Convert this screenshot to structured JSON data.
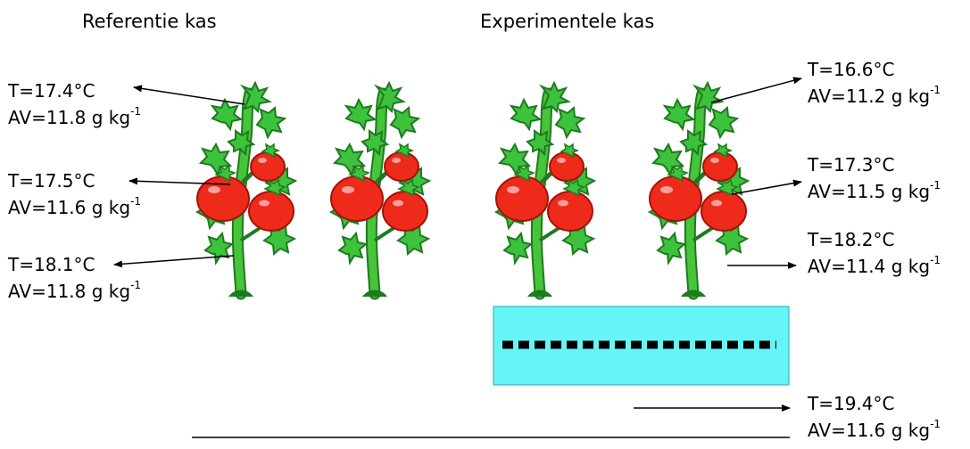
{
  "titles": {
    "reference": "Referentie kas",
    "experimental": "Experimentele kas"
  },
  "reference_labels": [
    {
      "t": "T=17.4°C",
      "av": "AV=11.8 g kg",
      "unit_exp": "-1"
    },
    {
      "t": "T=17.5°C",
      "av": "AV=11.6 g kg",
      "unit_exp": "-1"
    },
    {
      "t": "T=18.1°C",
      "av": "AV=11.8 g kg",
      "unit_exp": "-1"
    }
  ],
  "experimental_labels": [
    {
      "t": "T=16.6°C",
      "av": "AV=11.2 g kg",
      "unit_exp": "-1"
    },
    {
      "t": "T=17.3°C",
      "av": "AV=11.5 g kg",
      "unit_exp": "-1"
    },
    {
      "t": "T=18.2°C",
      "av": "AV=11.4 g kg",
      "unit_exp": "-1"
    }
  ],
  "ground_label": {
    "t": "T=19.4°C",
    "av": "AV=11.6 g kg",
    "unit_exp": "-1"
  },
  "colors": {
    "leaf": "#3cc23c",
    "leaf_dark": "#1f7a1f",
    "stem": "#47c43a",
    "tomato": "#ee2a1b",
    "tomato_dark": "#a31208",
    "cooler_fill": "#66f5f7",
    "cooler_border": "#2aa7b0",
    "dots": "#000000"
  },
  "icons": {
    "plant": "tomato-plant-icon",
    "cooler": "cooler-box",
    "arrow": "arrow"
  }
}
